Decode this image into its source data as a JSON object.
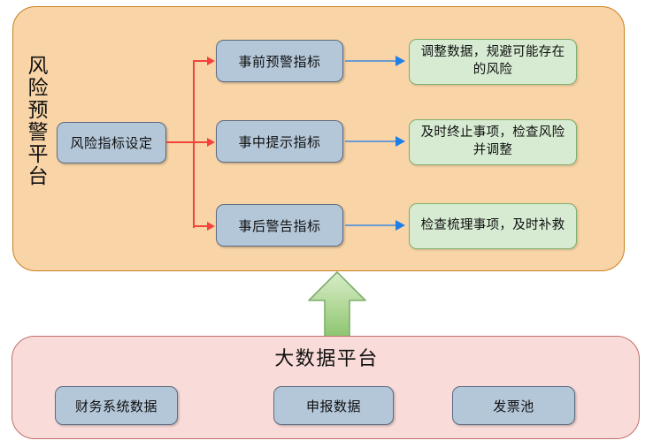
{
  "diagram": {
    "title_vertical": "风险预警平台",
    "platform_container": {
      "label": "风险预警平台",
      "fill_color": "#F8D4A7",
      "stroke_color": "#C8811F"
    },
    "bigdata_container": {
      "title": "大数据平台",
      "fill_color": "#F9DCD9",
      "stroke_color": "#C0706A"
    },
    "source_node": {
      "label": "风险指标设定"
    },
    "indicator_nodes": [
      {
        "label": "事前预警指标"
      },
      {
        "label": "事中提示指标"
      },
      {
        "label": "事后警告指标"
      }
    ],
    "outcome_nodes": [
      {
        "label": "调整数据，规避可能存在的风险"
      },
      {
        "label": "及时终止事项，检查风险并调整"
      },
      {
        "label": "检查梳理事项，及时补救"
      }
    ],
    "data_sources": [
      {
        "label": "财务系统数据"
      },
      {
        "label": "申报数据"
      },
      {
        "label": "发票池"
      }
    ],
    "colors": {
      "node_blue_fill": "#B4C7D9",
      "node_blue_stroke": "#5C6B80",
      "node_green_fill": "#D6EBD2",
      "node_green_stroke": "#7FAF6E",
      "red_connector": "#F3433C",
      "blue_connector": "#6B9BD2",
      "blue_arrowhead": "#1F7FE8",
      "green_arrow_fill": "#A8D28C",
      "green_arrow_stroke": "#7FAF6E"
    }
  }
}
